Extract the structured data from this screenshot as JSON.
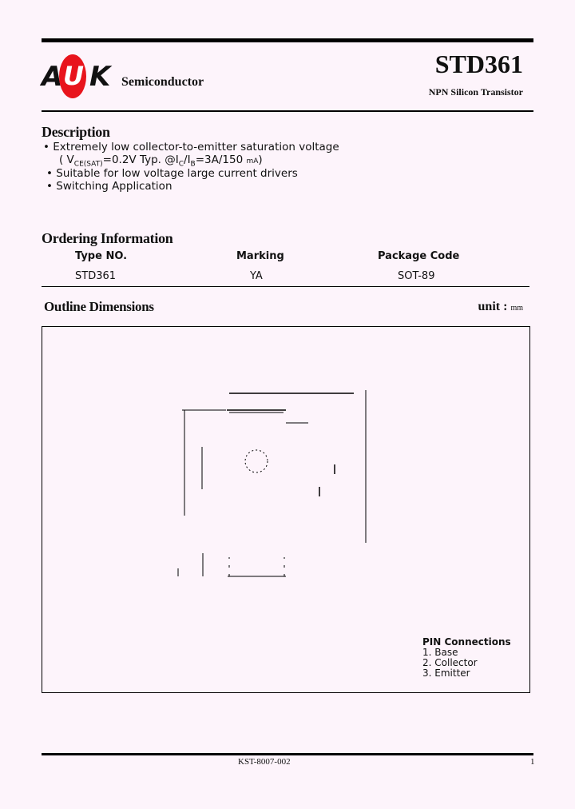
{
  "header": {
    "logo": {
      "letters": [
        "A",
        "U",
        "K"
      ],
      "company": "Semiconductor",
      "accent_color": "#e8141c"
    },
    "part_number": "STD361",
    "subtitle": "NPN Silicon Transistor"
  },
  "description": {
    "title": "Description",
    "bullets": [
      "Extremely low collector-to-emitter saturation voltage",
      "Suitable for low voltage large current drivers",
      "Switching Application"
    ],
    "spec_line": {
      "open": "( V",
      "sub1": "CE(SAT)",
      "mid1": "=0.2V Typ. @I",
      "sub2": "C",
      "mid2": "/I",
      "sub3": "B",
      "mid3": "=3A/150",
      "unit": "mA",
      "close": ")"
    }
  },
  "ordering": {
    "title": "Ordering Information",
    "columns": [
      "Type NO.",
      "Marking",
      "Package Code"
    ],
    "rows": [
      [
        "STD361",
        "YA",
        "SOT-89"
      ]
    ]
  },
  "outline": {
    "title": "Outline Dimensions",
    "unit_label": "unit :",
    "unit": "mm",
    "pin_connections": {
      "title": "PIN Connections",
      "pins": [
        "1. Base",
        "2. Collector",
        "3. Emitter"
      ]
    }
  },
  "footer": {
    "doc_number": "KST-8007-002",
    "page": "1"
  }
}
